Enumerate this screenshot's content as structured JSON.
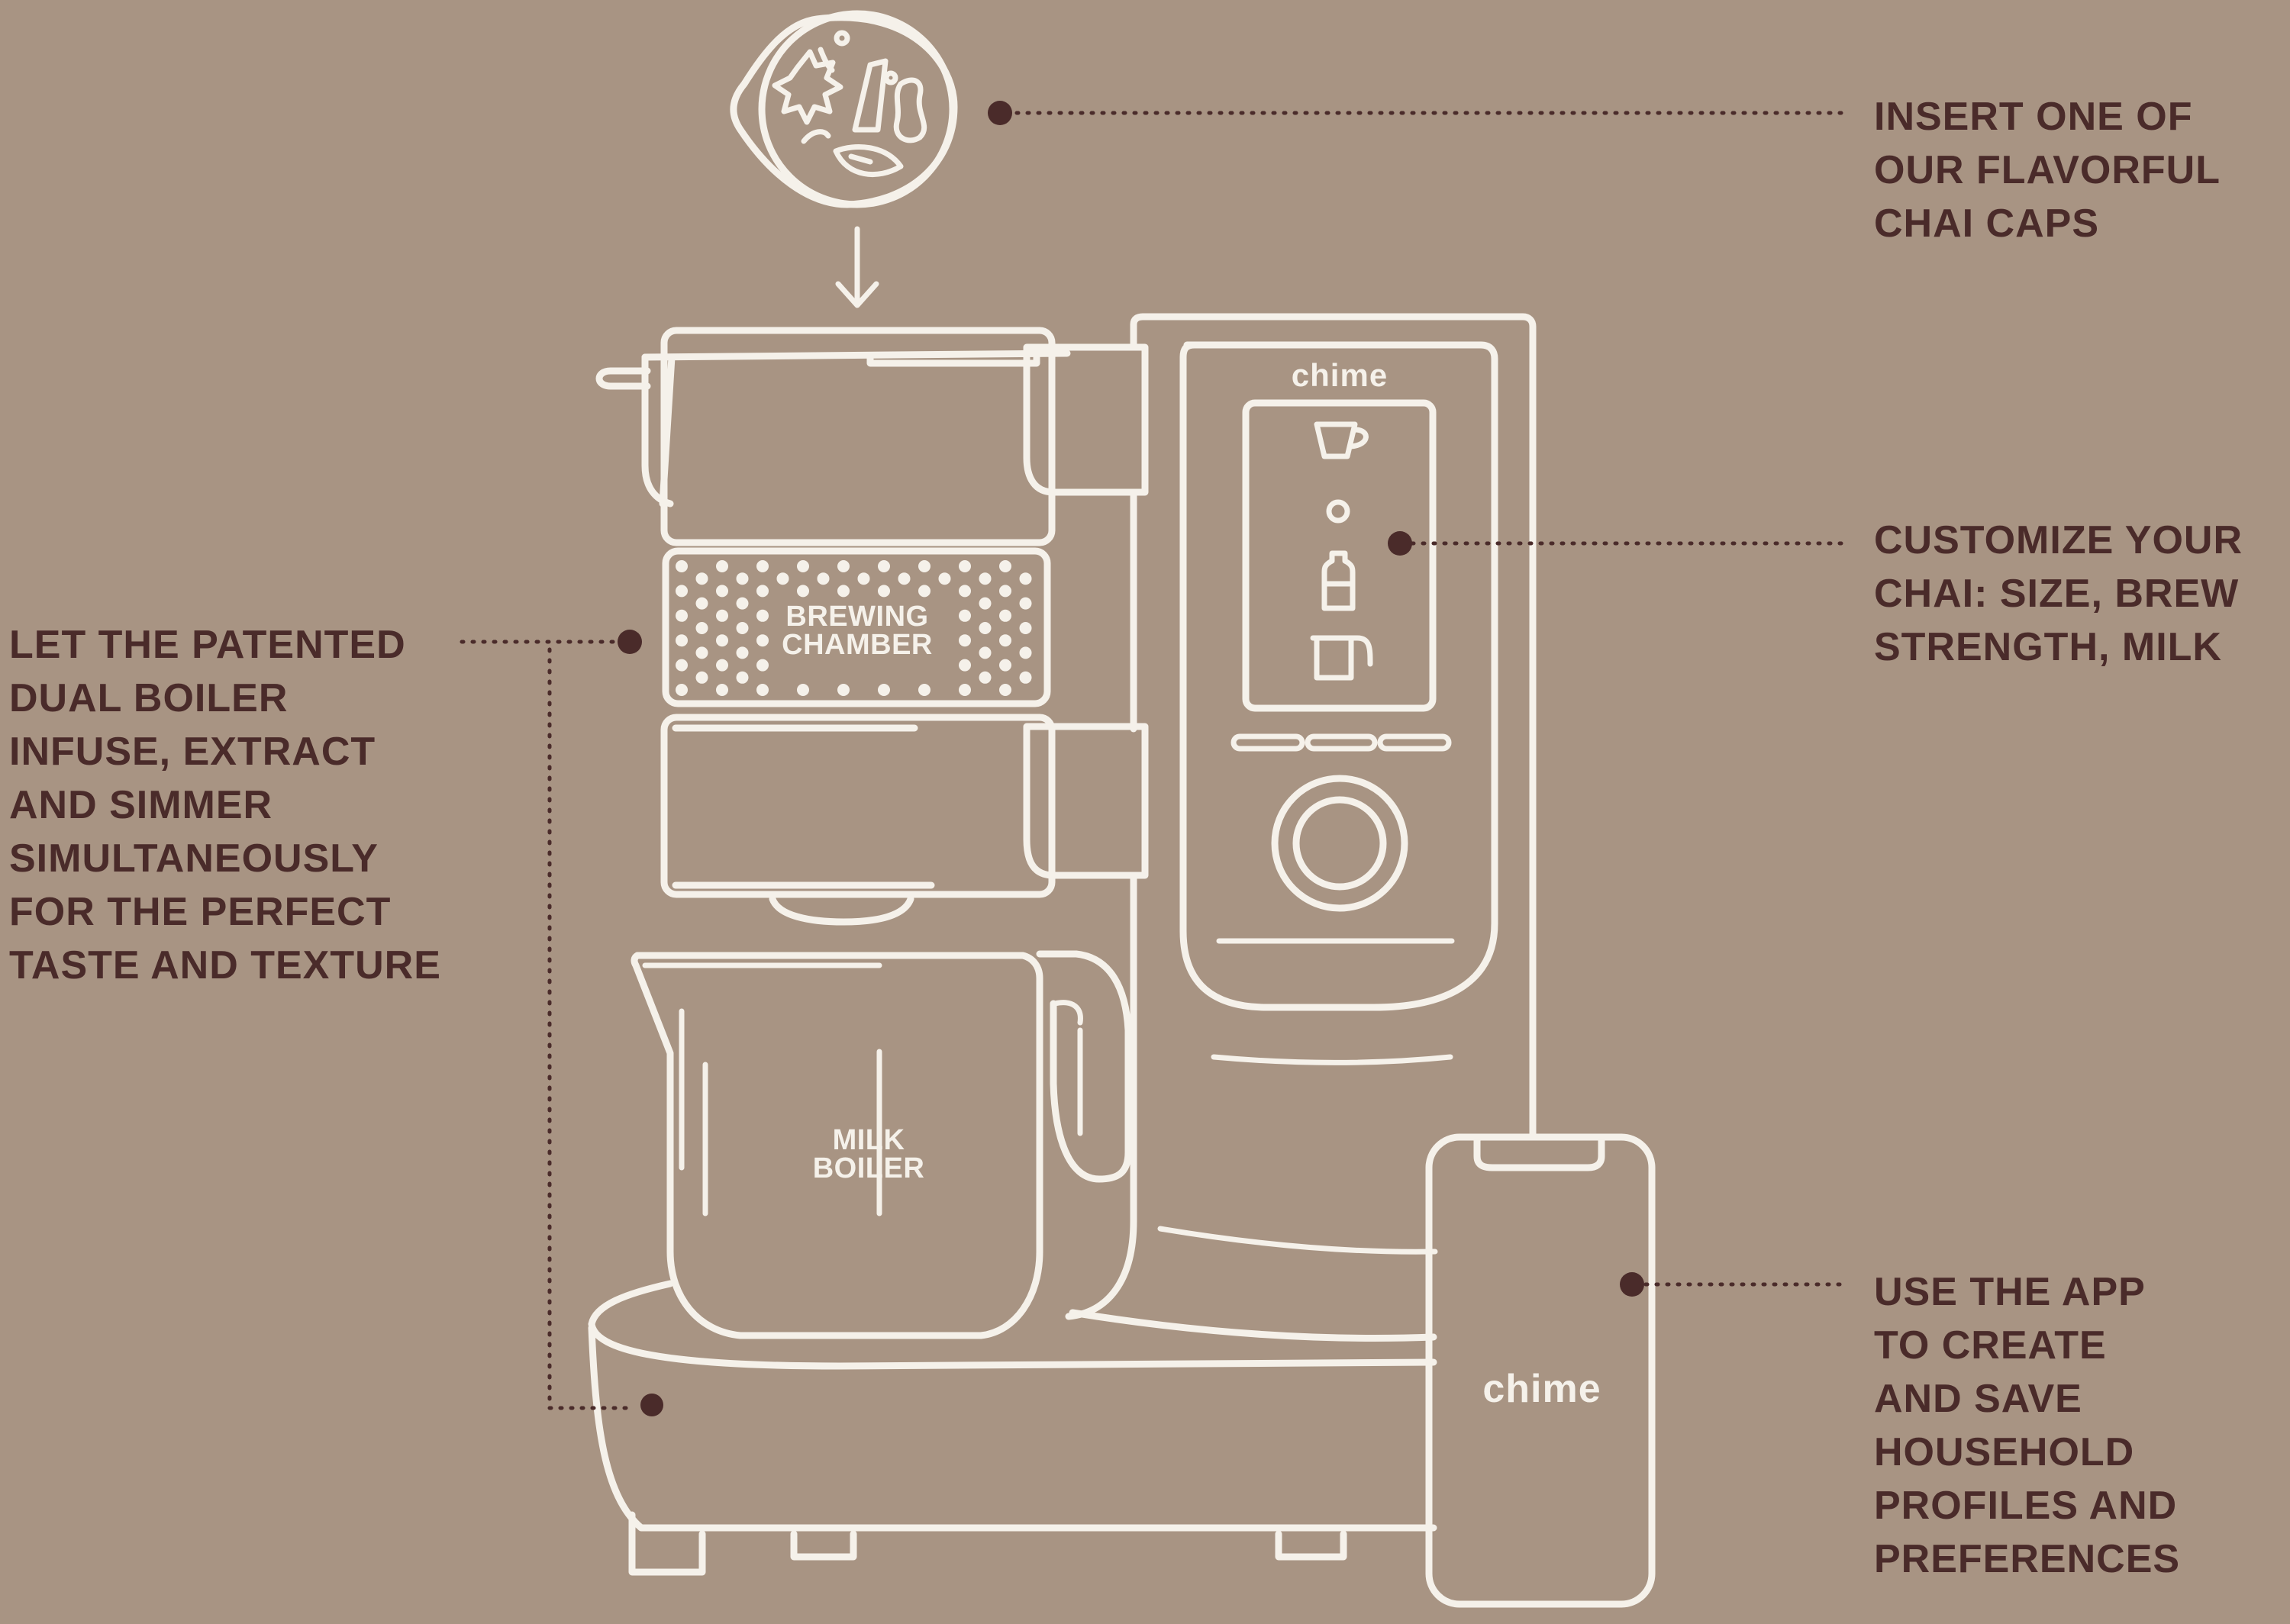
{
  "callouts": {
    "chai_caps": "INSERT ONE OF\nOUR FLAVORFUL\nCHAI CAPS",
    "customize": "CUSTOMIZE YOUR\nCHAI: SIZE, BREW\nSTRENGTH, MILK",
    "dual_boiler": "LET THE PATENTED\nDUAL BOILER\nINFUSE, EXTRACT\nAND SIMMER\nSIMULTANEOUSLY\nFOR THE PERFECT\nTASTE AND TEXTURE",
    "app": "USE THE APP\nTO CREATE\nAND SAVE\nHOUSEHOLD\nPROFILES AND\nPREFERENCES"
  },
  "parts": {
    "brewing_chamber": "BREWING\nCHAMBER",
    "milk_boiler": "MILK\nBOILER"
  },
  "brand": {
    "machine_logo": "chime",
    "phone_logo": "chime"
  },
  "icons": {
    "chai_cap": "chai-cap-icon",
    "arrow": "arrow-down-icon",
    "cup": "cup-icon",
    "strength": "circle-icon",
    "milk_bottle": "milk-bottle-icon",
    "pitcher": "pitcher-icon",
    "start_button": "dial-button"
  },
  "colors": {
    "background": "#a89483",
    "line": "#f5f1ea",
    "text": "#4a2b2a"
  }
}
